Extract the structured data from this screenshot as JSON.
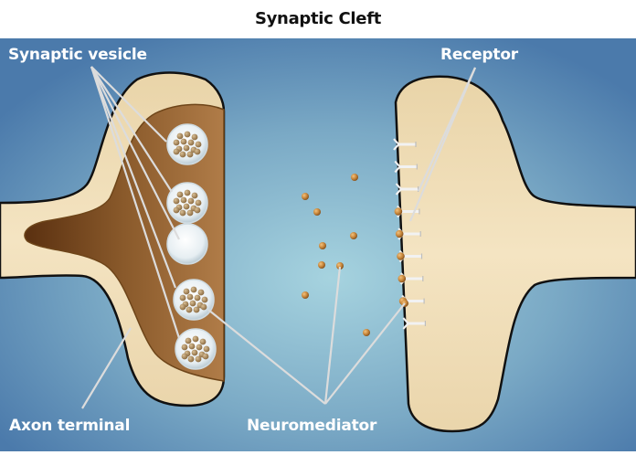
{
  "title": "Synaptic Cleft",
  "labels": {
    "synaptic_vesicle": "Synaptic vesicle",
    "receptor": "Receptor",
    "axon_terminal": "Axon terminal",
    "neuromediator": "Neuromediator"
  },
  "colors": {
    "background_center": "#9ccbd9",
    "background_edge": "#4f7fae",
    "membrane_fill": "#f0deb8",
    "membrane_outline": "#111111",
    "cytoplasm_dark": "#6b3f17",
    "cytoplasm_mid": "#a6733f",
    "vesicle_fill": "#e8f0f4",
    "neurotransmitter": "#c88a3c",
    "leader_line": "#d8d8d8",
    "label_text": "#ffffff"
  },
  "vesicles": [
    {
      "state": "filled"
    },
    {
      "state": "filled"
    },
    {
      "state": "empty"
    },
    {
      "state": "filled"
    },
    {
      "state": "filled"
    }
  ],
  "receptors": [
    {
      "bound": false
    },
    {
      "bound": false
    },
    {
      "bound": false
    },
    {
      "bound": true
    },
    {
      "bound": true
    },
    {
      "bound": true
    },
    {
      "bound": true
    },
    {
      "bound": true
    },
    {
      "bound": false
    }
  ],
  "free_neuromediator_count": 10
}
